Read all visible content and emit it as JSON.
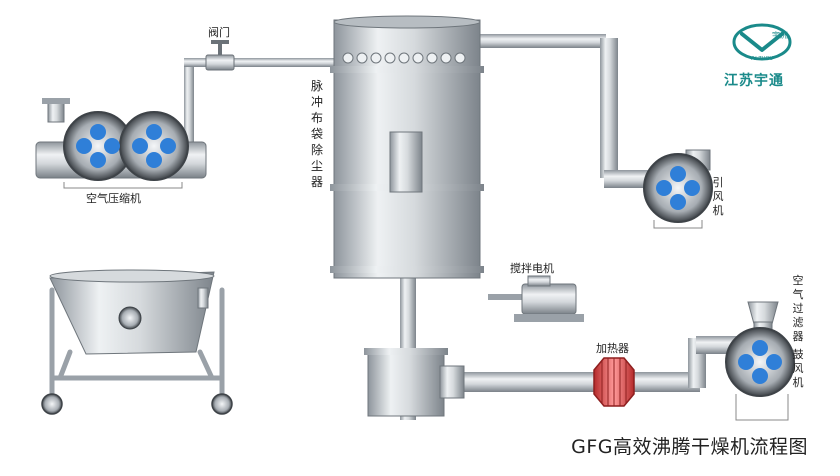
{
  "title": "GFG高效沸腾干燥机流程图",
  "brand": {
    "name": "江苏宇通",
    "logo_text": "宇洲",
    "logo_subtext": "YU ZHOU",
    "color": "#1a8a8a"
  },
  "labels": {
    "valve": "阀门",
    "dust_collector": "脉冲布袋除尘器",
    "air_compressor": "空气压缩机",
    "induced_fan": "引风机",
    "stirring_motor": "搅拌电机",
    "air_filter": "空气过滤器",
    "heater": "加热器",
    "blower": "鼓风机"
  },
  "colors": {
    "metal": "#c9ced3",
    "impeller": "#2f7fd8",
    "heater": "#e04a4a"
  }
}
